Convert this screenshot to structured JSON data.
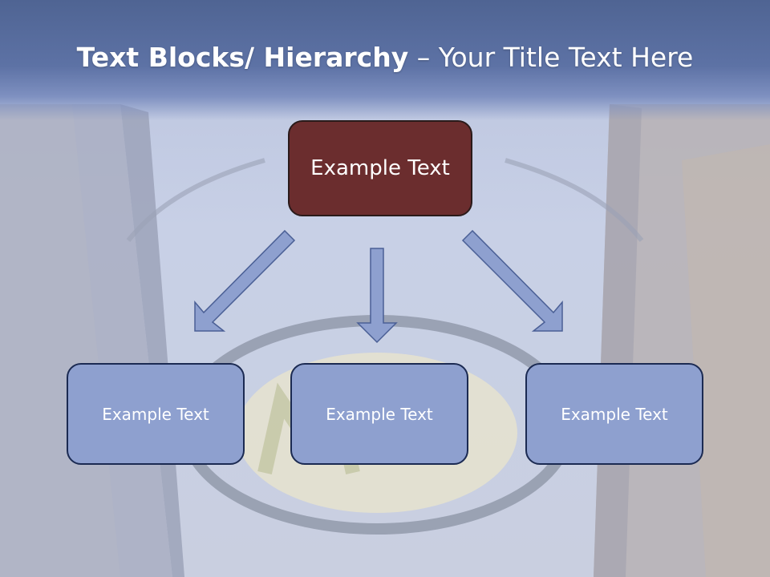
{
  "title": {
    "bold": "Text Blocks/ Hierarchy",
    "rest": " – Your Title Text Here"
  },
  "diagram": {
    "root": "Example Text",
    "children": [
      "Example Text",
      "Example Text",
      "Example Text"
    ]
  },
  "colors": {
    "title_band": "#5d72a5",
    "root_fill": "#6b2d2e",
    "child_fill": "#8ea0cf",
    "arrow_fill": "#8ea0cf",
    "outline": "#1b2a52"
  }
}
